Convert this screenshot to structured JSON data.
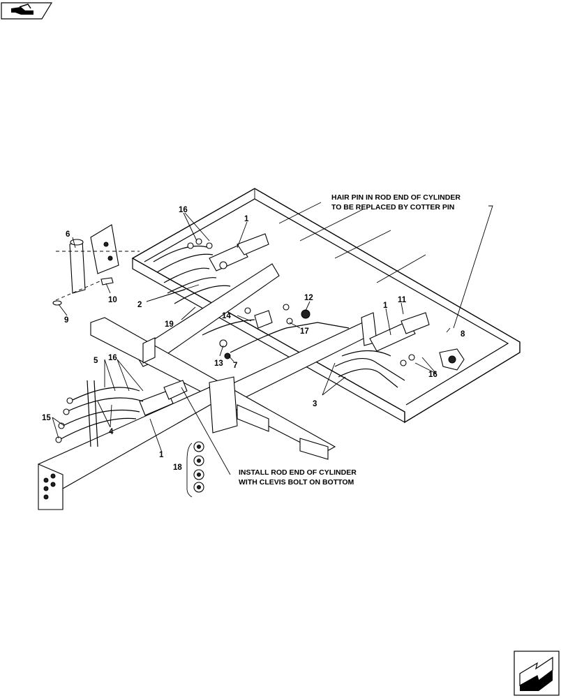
{
  "callouts": {
    "c1_top": "1",
    "c1_right": "1",
    "c1_left": "1",
    "c2": "2",
    "c3": "3",
    "c4": "4",
    "c5": "5",
    "c6": "6",
    "c7": "7",
    "c8": "8",
    "c9": "9",
    "c10": "10",
    "c11": "11",
    "c12": "12",
    "c13": "13",
    "c14": "14",
    "c15": "15",
    "c16_top": "16",
    "c16_left": "16",
    "c16_right": "16",
    "c17": "17",
    "c18": "18",
    "c19": "19"
  },
  "notes": {
    "hair_pin_line1": "HAIR PIN IN ROD END OF CYLINDER",
    "hair_pin_line2": "TO BE REPLACED BY COTTER PIN",
    "install_line1": "INSTALL ROD END OF CYLINDER",
    "install_line2": "WITH CLEVIS BOLT ON BOTTOM"
  },
  "icons": {
    "prev": "back-arrow-icon",
    "next": "forward-arrow-icon"
  }
}
